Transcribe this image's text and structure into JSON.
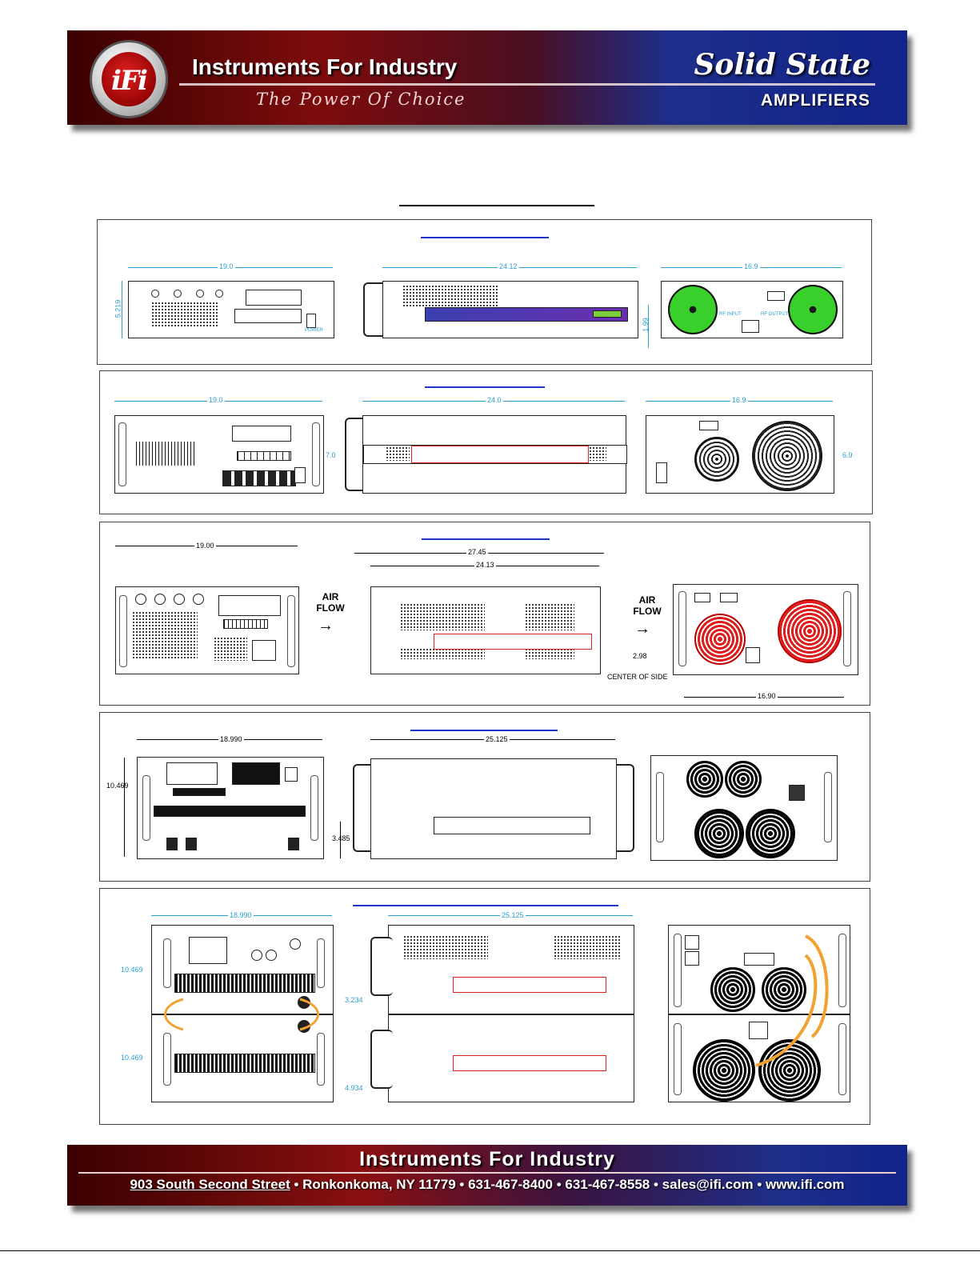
{
  "header": {
    "logo_text": "iFi",
    "company": "Instruments For Industry",
    "tagline": "The Power Of Choice",
    "product_line": "Solid State",
    "product_sub": "AMPLIFIERS"
  },
  "drawings": {
    "d1": {
      "front_width": "19.0",
      "front_height": "5.219",
      "side_depth": "24.12",
      "side_offset": "1.99",
      "rear_width": "16.9",
      "power_label": "POWER",
      "rear_rf_input": "RF INPUT",
      "rear_rf_output": "RF OUTPUT"
    },
    "d2": {
      "front_width": "19.0",
      "front_height": "7.0",
      "side_depth": "24.0",
      "rear_width": "16.9",
      "rear_height": "6.9"
    },
    "d3": {
      "front_width": "19.00",
      "side_overall": "27.45",
      "side_depth": "24.13",
      "side_offset": "2.98",
      "center_label": "CENTER OF SIDE",
      "rear_width": "16.90",
      "air_flow": "AIR FLOW"
    },
    "d4": {
      "front_width": "18.990",
      "front_height": "10.469",
      "side_depth": "25.125",
      "side_offset": "3.485"
    },
    "d5": {
      "front_width": "18.990",
      "front_height_top": "10.469",
      "front_height_bottom": "10.469",
      "side_depth": "25.125",
      "side_offset_top": "3.234",
      "side_offset_bottom": "4.934"
    }
  },
  "footer": {
    "company": "Instruments For Industry",
    "address": "903 South Second Street",
    "city": "Ronkonkoma, NY 11779",
    "phone": "631-467-8400",
    "fax": "631-467-8558",
    "email": "sales@ifi.com",
    "web": "www.ifi.com",
    "separator": "•"
  }
}
